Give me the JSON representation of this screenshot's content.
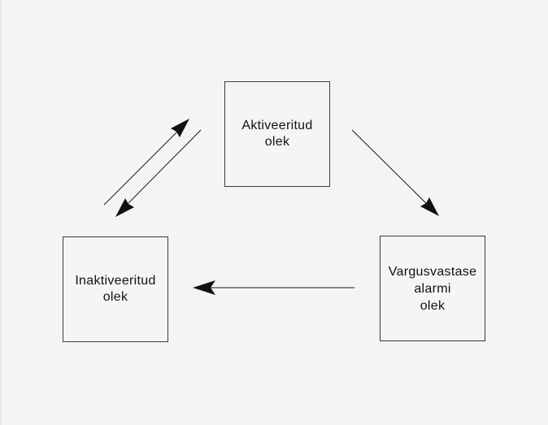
{
  "diagram": {
    "states": {
      "active": {
        "label": "Aktiveeritud\nolek"
      },
      "inactive": {
        "label": "Inaktiveeritud\nolek"
      },
      "alarm": {
        "label": "Vargusvastase\nalarmi\nolek"
      }
    },
    "transitions": [
      {
        "from": "inactive",
        "to": "active"
      },
      {
        "from": "active",
        "to": "inactive"
      },
      {
        "from": "active",
        "to": "alarm"
      },
      {
        "from": "alarm",
        "to": "inactive"
      }
    ],
    "colors": {
      "background": "#f3f4f3",
      "stroke": "#1a1a1a"
    }
  }
}
